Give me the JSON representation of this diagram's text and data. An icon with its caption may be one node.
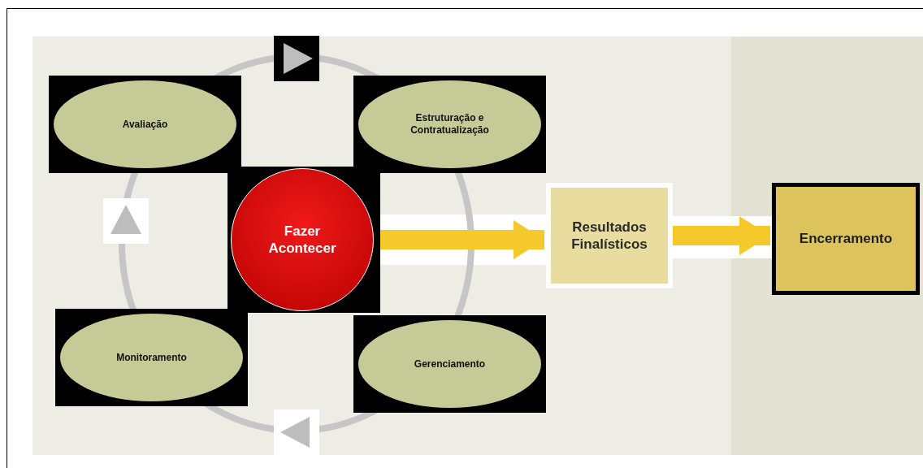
{
  "diagram": {
    "nodes": [
      {
        "text": [
          "Avaliação"
        ]
      },
      {
        "text": [
          "Estruturação e Contratualização"
        ]
      },
      {
        "text": [
          "Fazer Acontecer"
        ]
      },
      {
        "text": [
          "Resultados Finalísticos"
        ]
      },
      {
        "text": [
          "Encerramento"
        ]
      },
      {
        "text": [
          "Monitoramento"
        ]
      },
      {
        "text": [
          "Gerenciamento"
        ]
      }
    ],
    "edges": [
      {
        "from": 2,
        "to": 3,
        "arrow": "to"
      },
      {
        "from": 3,
        "to": 4,
        "arrow": "to"
      }
    ]
  }
}
